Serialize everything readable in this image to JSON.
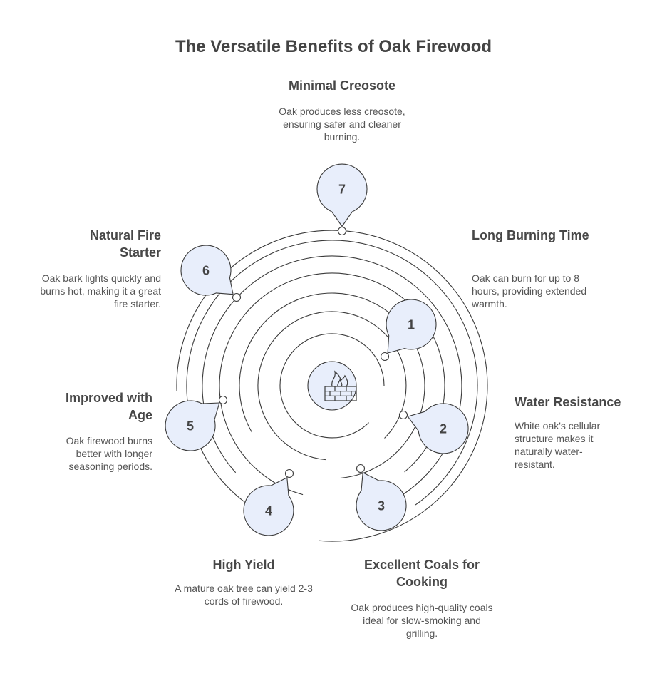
{
  "title": "The Versatile Benefits of Oak Firewood",
  "center_icon": "fireplace-icon",
  "items": [
    {
      "number": "1",
      "heading": "Long Burning Time",
      "description": "Oak can burn for up to 8 hours, providing extended warmth."
    },
    {
      "number": "2",
      "heading": "Water Resistance",
      "description": "White oak's cellular structure makes it naturally water-resistant."
    },
    {
      "number": "3",
      "heading": "Excellent Coals for Cooking",
      "description": "Oak produces high-quality coals ideal for slow-smoking and grilling."
    },
    {
      "number": "4",
      "heading": "High Yield",
      "description": "A mature oak tree can yield 2-3 cords of firewood."
    },
    {
      "number": "5",
      "heading": "Improved with Age",
      "description": "Oak firewood burns better with longer seasoning periods."
    },
    {
      "number": "6",
      "heading": "Natural Fire Starter",
      "description": "Oak bark lights quickly and burns hot, making it a great fire starter."
    },
    {
      "number": "7",
      "heading": "Minimal Creosote",
      "description": "Oak produces less creosote, ensuring safer and cleaner burning."
    }
  ],
  "colors": {
    "bubble_fill": "#e8eefb",
    "stroke": "#3a3a3a",
    "text": "#444444"
  }
}
